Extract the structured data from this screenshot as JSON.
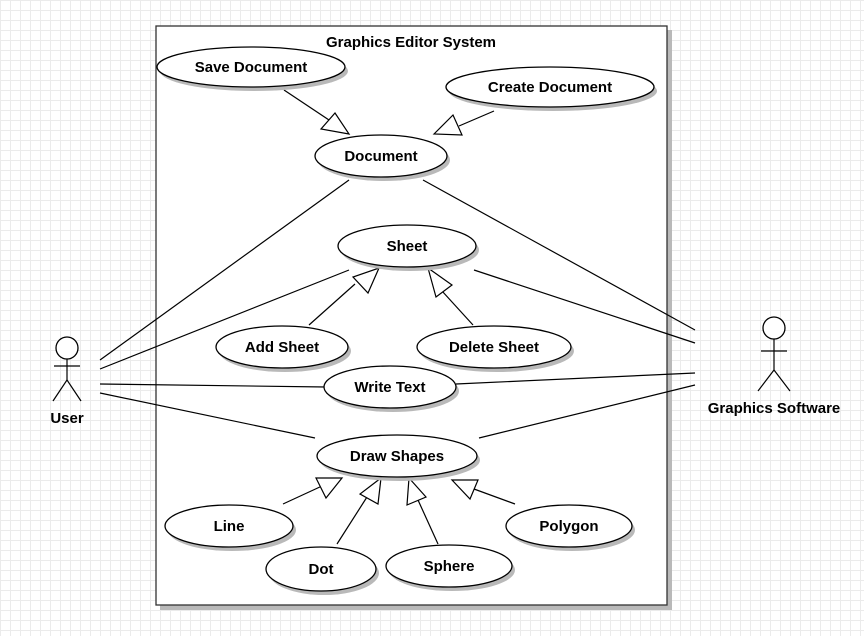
{
  "system": {
    "title": "Graphics Editor System"
  },
  "actors": {
    "user": "User",
    "graphics_software": "Graphics Software"
  },
  "use_cases": {
    "save_document": "Save Document",
    "create_document": "Create Document",
    "document": "Document",
    "sheet": "Sheet",
    "add_sheet": "Add Sheet",
    "delete_sheet": "Delete Sheet",
    "write_text": "Write Text",
    "draw_shapes": "Draw Shapes",
    "line": "Line",
    "dot": "Dot",
    "sphere": "Sphere",
    "polygon": "Polygon"
  }
}
